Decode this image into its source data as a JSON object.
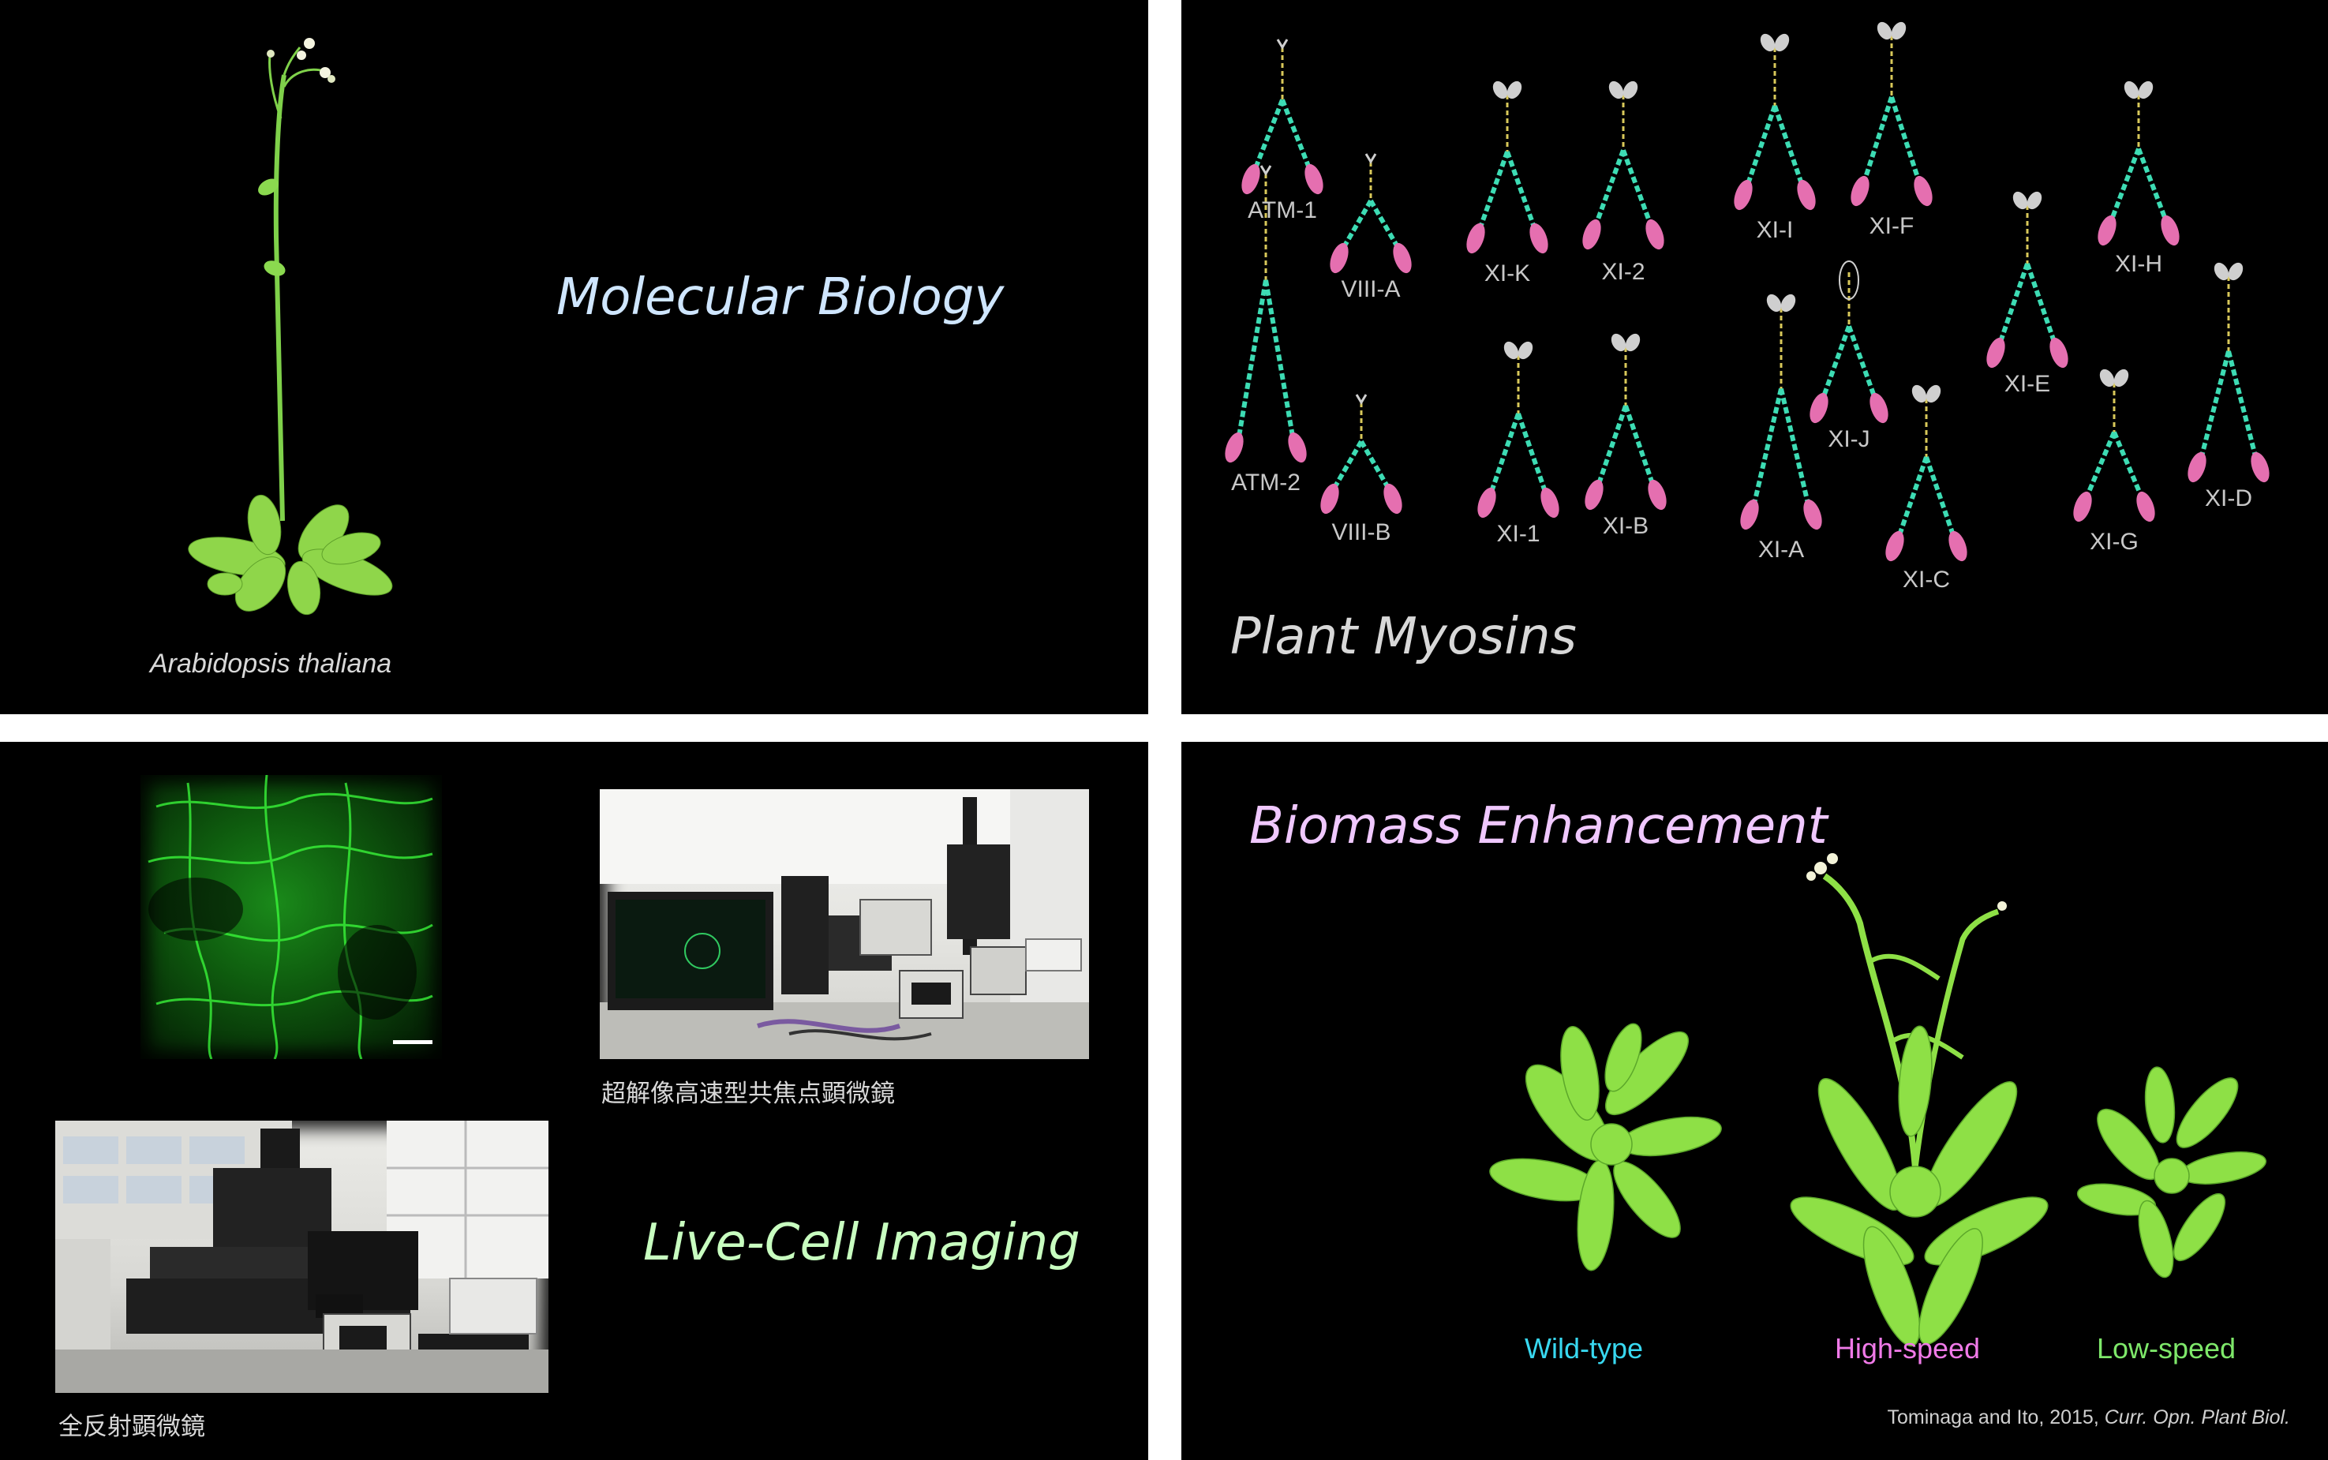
{
  "panels": {
    "molecular": {
      "title": "Molecular Biology",
      "caption": "Arabidopsis thaliana",
      "title_color": "#cfe6ff"
    },
    "myosins": {
      "title": "Plant Myosins",
      "title_color": "#d8d8d8",
      "labels": [
        "ATM-1",
        "VIII-A",
        "XI-K",
        "XI-2",
        "XI-I",
        "XI-F",
        "XI-E",
        "XI-H",
        "ATM-2",
        "VIII-B",
        "XI-1",
        "XI-B",
        "XI-A",
        "XI-J",
        "XI-C",
        "XI-G",
        "XI-D"
      ],
      "colors": {
        "motor": "#e56fb0",
        "neck": "#3ddcb4",
        "tail": "#d8c85a"
      }
    },
    "imaging": {
      "title": "Live-Cell Imaging",
      "title_color": "#c8ffc0",
      "caption_confocal": "超解像高速型共焦点顕微鏡",
      "caption_tirf": "全反射顕微鏡"
    },
    "biomass": {
      "title": "Biomass Enhancement",
      "title_color": "#f0c8ff",
      "wild": "Wild-type",
      "high": "High-speed",
      "low": "Low-speed",
      "wild_color": "#38d8f0",
      "high_color": "#f07ae8",
      "low_color": "#7ee86a",
      "citation_plain": "Tominaga and Ito, 2015, ",
      "citation_italic": "Curr. Opn. Plant Biol."
    }
  }
}
